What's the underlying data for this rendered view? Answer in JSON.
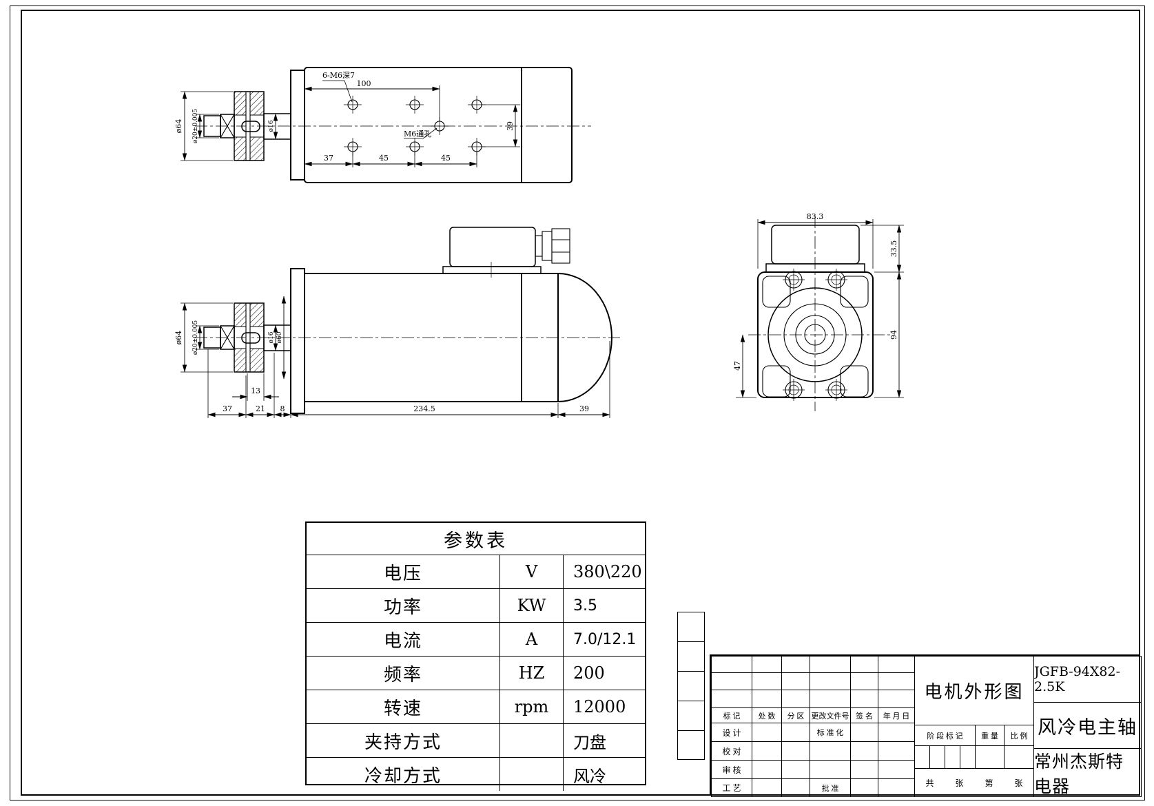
{
  "views": {
    "top": {
      "note_6m6": "6-M6深7",
      "note_m6": "M6通孔",
      "d100": "100",
      "d37": "37",
      "d45a": "45",
      "d45b": "45",
      "d39": "39",
      "dia64": "ø64",
      "dia20": "ø20±0.005",
      "dia16": "ø16"
    },
    "side": {
      "d13": "13",
      "d37": "37",
      "d21": "21",
      "d8": "8",
      "d234": "234.5",
      "d39": "39",
      "dia64": "ø64",
      "dia20": "ø20±0.005",
      "dia16": "ø16",
      "dia60": "ø60"
    },
    "front": {
      "d83": "83.3",
      "d33": "33.5",
      "d94": "94",
      "d47": "47"
    }
  },
  "param_table": {
    "title": "参数表",
    "rows": [
      {
        "name": "电压",
        "unit": "V",
        "value": "380\\220"
      },
      {
        "name": "功率",
        "unit": "KW",
        "value": "3.5"
      },
      {
        "name": "电流",
        "unit": "A",
        "value": "7.0/12.1"
      },
      {
        "name": "频率",
        "unit": "HZ",
        "value": "200"
      },
      {
        "name": "转速",
        "unit": "rpm",
        "value": "12000"
      },
      {
        "name": "夹持方式",
        "unit": "",
        "value": "刀盘"
      },
      {
        "name": "冷却方式",
        "unit": "",
        "value": "风冷"
      }
    ]
  },
  "title_block": {
    "drawing_title": "电机外形图",
    "part_number": "JGFB-94X82-2.5K",
    "product_name": "风冷电主轴",
    "company": "常州杰斯特电器",
    "revision_headers": [
      "标 记",
      "处 数",
      "分  区",
      "更改文件号",
      "签 名",
      "年 月 日"
    ],
    "roles": [
      "设 计",
      "校 对",
      "审 核",
      "工 艺"
    ],
    "std_label": "标 准 化",
    "approve_label": "批 准",
    "stage_label": "阶 段 标 记",
    "weight_label": "重 量",
    "scale_label": "比 例",
    "sheets_labels": [
      "共",
      "张",
      "第",
      "张"
    ]
  }
}
